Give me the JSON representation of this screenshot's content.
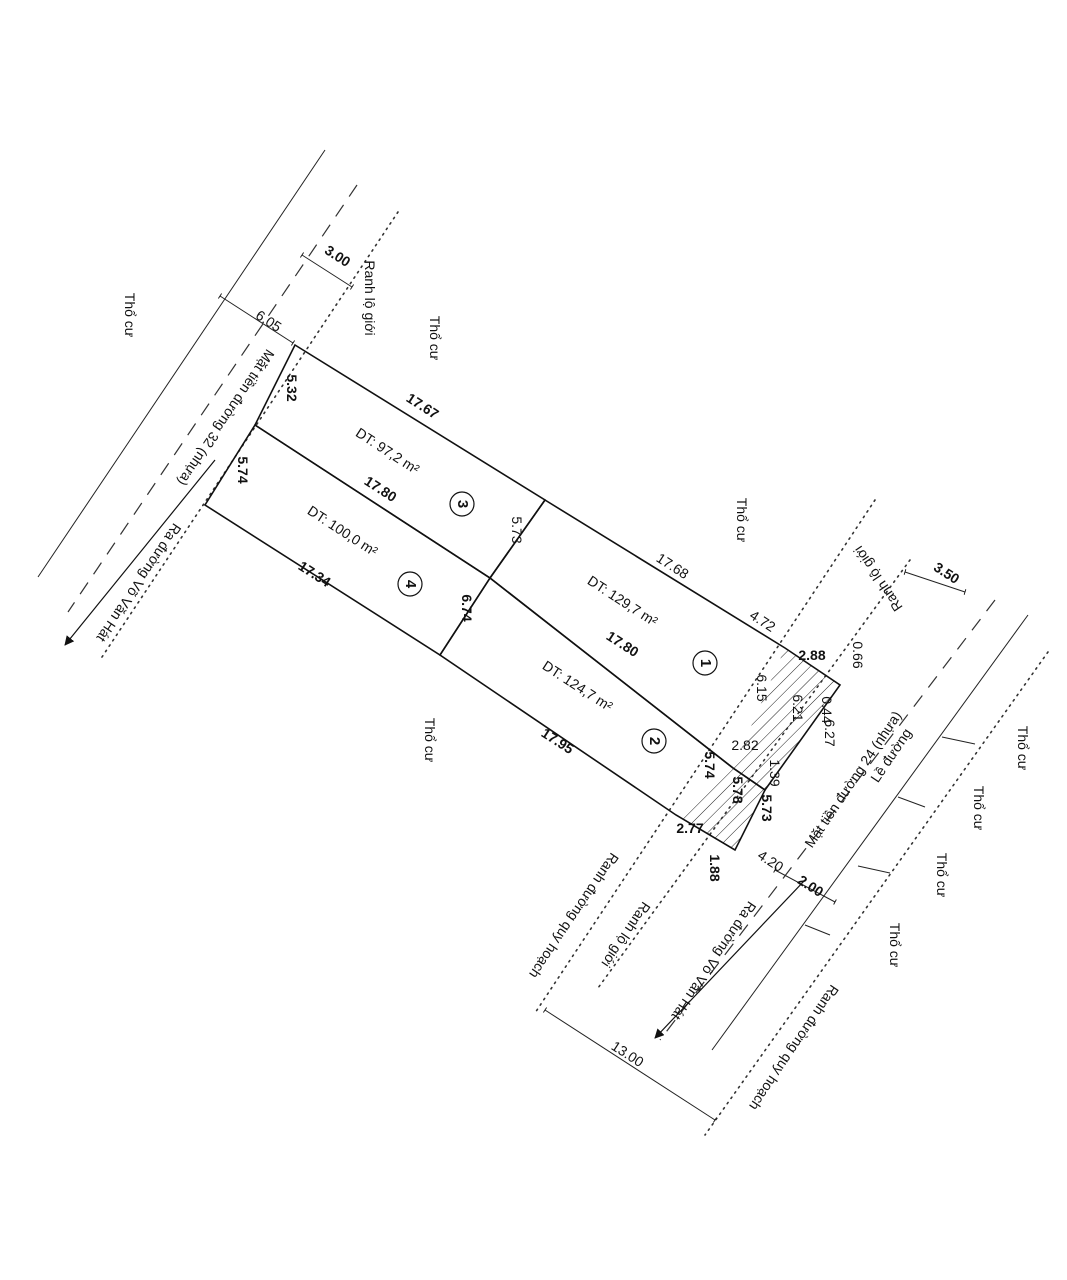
{
  "neighbors": {
    "land_nw": "Thổ cư",
    "land_n": "Thổ cư",
    "land_ne": "Thổ cư",
    "land_s": "Thổ cư",
    "land_se1": "Thổ cư",
    "land_se2": "Thổ cư",
    "land_se3": "Thổ cư",
    "land_se4": "Thổ cư"
  },
  "roads": {
    "road32_surface": "Mặt tiền đường 32 (nhựa)",
    "road32_to": "Ra đường Võ Văn Hát",
    "road24_surface": "Mặt tiền đường 24 (nhựa)",
    "road24_shoulder": "Lề đường",
    "road24_to": "Ra đường Võ Văn Hát",
    "setback_top": "Ranh lộ giới",
    "setback_right": "Ranh lộ giới",
    "setback_bottom": "Ranh lộ giới",
    "planning_bottom": "Ranh đường quy hoạch",
    "planning_right": "Ranh đường quy hoạch"
  },
  "lots": [
    {
      "number": "1",
      "area": "DT: 129,7 m²"
    },
    {
      "number": "2",
      "area": "DT: 124,7 m²"
    },
    {
      "number": "3",
      "area": "DT: 97,2 m²"
    },
    {
      "number": "4",
      "area": "DT: 100,0 m²"
    }
  ],
  "dimensions": {
    "d_3_00": "3.00",
    "d_6_05": "6.05",
    "d_5_32": "5.32",
    "d_17_67": "17.67",
    "d_5_74_left": "5.74",
    "d_17_80_mid": "17.80",
    "d_5_73_mid": "5.73",
    "d_17_34": "17.34",
    "d_6_74_mid": "6.74",
    "d_17_68": "17.68",
    "d_4_72": "4.72",
    "d_2_88": "2.88",
    "d_0_66": "0.66",
    "d_17_80_lower": "17.80",
    "d_6_15": "6.15",
    "d_6_21": "6.21",
    "d_0_44": "0.44",
    "d_6_27": "6.27",
    "d_2_82": "2.82",
    "d_1_39": "1.39",
    "d_5_74_right": "5.74",
    "d_5_78": "5.78",
    "d_5_73_right": "5.73",
    "d_17_95": "17.95",
    "d_2_77": "2.77",
    "d_1_88": "1.88",
    "d_4_20": "4.20",
    "d_2_00": "2.00",
    "d_3_50": "3.50",
    "d_13_00": "13.00"
  }
}
